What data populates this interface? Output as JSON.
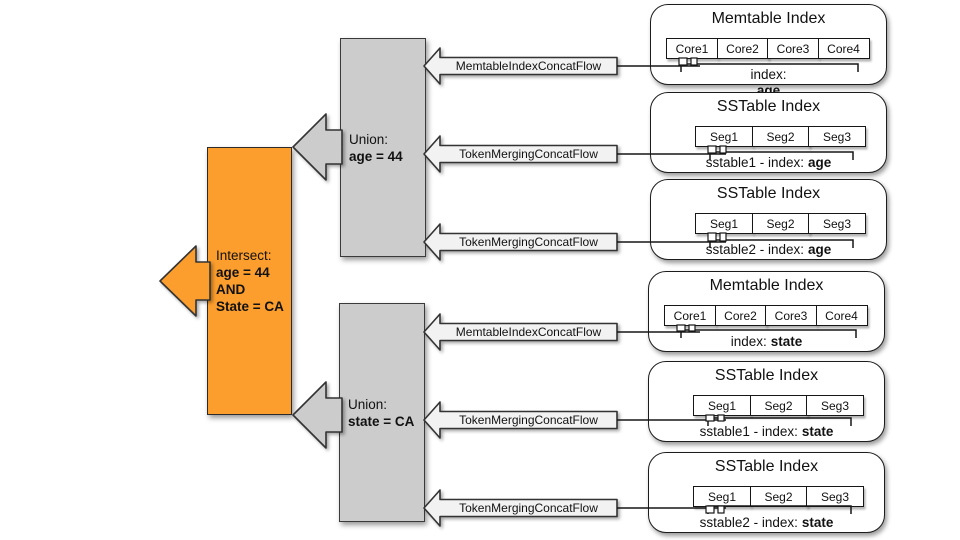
{
  "colors": {
    "orange": "#FC9E2D",
    "gray": "#CCCCCC",
    "flow_fill": "#F2F2F2",
    "outline": "#333333"
  },
  "intersect": {
    "title": "Intersect:",
    "lines": [
      "age = 44",
      "AND",
      "State = CA"
    ]
  },
  "unions": [
    {
      "title": "Union:",
      "condition": "age = 44"
    },
    {
      "title": "Union:",
      "condition": "state = CA"
    }
  ],
  "flows": [
    {
      "label": "MemtableIndexConcatFlow"
    },
    {
      "label": "TokenMergingConcatFlow"
    },
    {
      "label": "TokenMergingConcatFlow"
    },
    {
      "label": "MemtableIndexConcatFlow"
    },
    {
      "label": "TokenMergingConcatFlow"
    },
    {
      "label": "TokenMergingConcatFlow"
    }
  ],
  "sources": [
    {
      "title": "Memtable Index",
      "cells": [
        "Core1",
        "Core2",
        "Core3",
        "Core4"
      ],
      "label_prefix": "index:",
      "label_bold": "age"
    },
    {
      "title": "SSTable Index",
      "cells": [
        "Seg1",
        "Seg2",
        "Seg3"
      ],
      "label_prefix": "sstable1 - index:",
      "label_bold": "age"
    },
    {
      "title": "SSTable Index",
      "cells": [
        "Seg1",
        "Seg2",
        "Seg3"
      ],
      "label_prefix": "sstable2 - index:",
      "label_bold": "age"
    },
    {
      "title": "Memtable Index",
      "cells": [
        "Core1",
        "Core2",
        "Core3",
        "Core4"
      ],
      "label_prefix": "index:",
      "label_bold": "state"
    },
    {
      "title": "SSTable Index",
      "cells": [
        "Seg1",
        "Seg2",
        "Seg3"
      ],
      "label_prefix": "sstable1 - index:",
      "label_bold": "state"
    },
    {
      "title": "SSTable Index",
      "cells": [
        "Seg1",
        "Seg2",
        "Seg3"
      ],
      "label_prefix": "sstable2 - index:",
      "label_bold": "state"
    }
  ]
}
